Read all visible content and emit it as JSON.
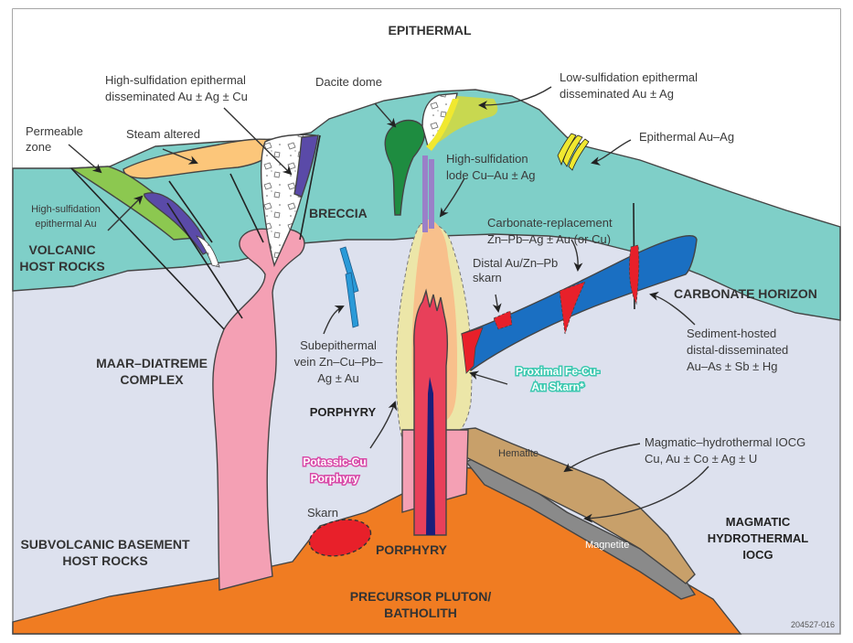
{
  "figure": {
    "title": "EPITHERMAL",
    "figure_code": "204527-016"
  },
  "units": {
    "volcanic_host_rocks": [
      "VOLCANIC",
      "HOST ROCKS"
    ],
    "breccia": "BRECCIA",
    "maar_diatreme": [
      "MAAR–DIATREME",
      "COMPLEX"
    ],
    "porphyry_upper": "PORPHYRY",
    "porphyry_lower": "PORPHYRY",
    "subvolcanic_basement": [
      "SUBVOLCANIC BASEMENT",
      "HOST ROCKS"
    ],
    "precursor_pluton": [
      "PRECURSOR PLUTON/",
      "BATHOLITH"
    ],
    "carbonate_horizon": "CARBONATE HORIZON",
    "magmatic_hydrothermal": [
      "MAGMATIC",
      "HYDROTHERMAL",
      "IOCG"
    ]
  },
  "labels": {
    "hs_disseminated": [
      "High-sulfidation epithermal",
      "disseminated Au ± Ag ± Cu"
    ],
    "dacite_dome": "Dacite dome",
    "ls_disseminated": [
      "Low-sulfidation epithermal",
      "disseminated Au ± Ag"
    ],
    "permeable_zone": [
      "Permeable",
      "zone"
    ],
    "steam_altered": "Steam altered",
    "epithermal_au_ag": "Epithermal Au–Ag",
    "hs_lode": [
      "High-sulfidation",
      "lode Cu–Au ± Ag"
    ],
    "hs_epithermal_au": [
      "High-sulfidation",
      "epithermal Au"
    ],
    "carbonate_replacement": [
      "Carbonate-replacement",
      "Zn–Pb–Ag ± Au (or Cu)"
    ],
    "distal_skarn": [
      "Distal Au/Zn–Pb",
      "skarn"
    ],
    "sediment_hosted": [
      "Sediment-hosted",
      "distal-disseminated",
      "Au–As ± Sb ± Hg"
    ],
    "subepithermal_vein": [
      "Subepithermal",
      "vein Zn–Cu–Pb–",
      "Ag ± Au"
    ],
    "proximal_skarn": [
      "Proximal Fe-Cu-",
      "Au Skarn*"
    ],
    "potassic_cu": [
      "Potassic-Cu",
      "Porphyry"
    ],
    "skarn": "Skarn",
    "hematite": "Hematite",
    "magnetite": "Magnetite",
    "iocg": [
      "Magmatic–hydrothermal IOCG",
      "Cu, Au ± Co ± Ag ± U"
    ]
  },
  "colors": {
    "volcanic_teal": "#7fcfc8",
    "basement_lavender": "#dde1ee",
    "pluton_orange": "#f07c22",
    "diatreme_pink": "#f4a0b4",
    "porphyry_red": "#e8405a",
    "carbonate_blue": "#1a6fc2",
    "skarn_red": "#e8202a",
    "hematite_tan": "#c8a06a",
    "magnetite_gray": "#8a8a8a",
    "steam_orange": "#fcc67a",
    "permeable_green": "#8cc850",
    "dacite_green": "#1e8c40",
    "hs_purple": "#5a4aa8",
    "lode_violet": "#9a80c8",
    "ls_yellowgreen": "#c8d850",
    "vein_yellow": "#f0e830",
    "subepi_blue": "#2a9ad8"
  }
}
